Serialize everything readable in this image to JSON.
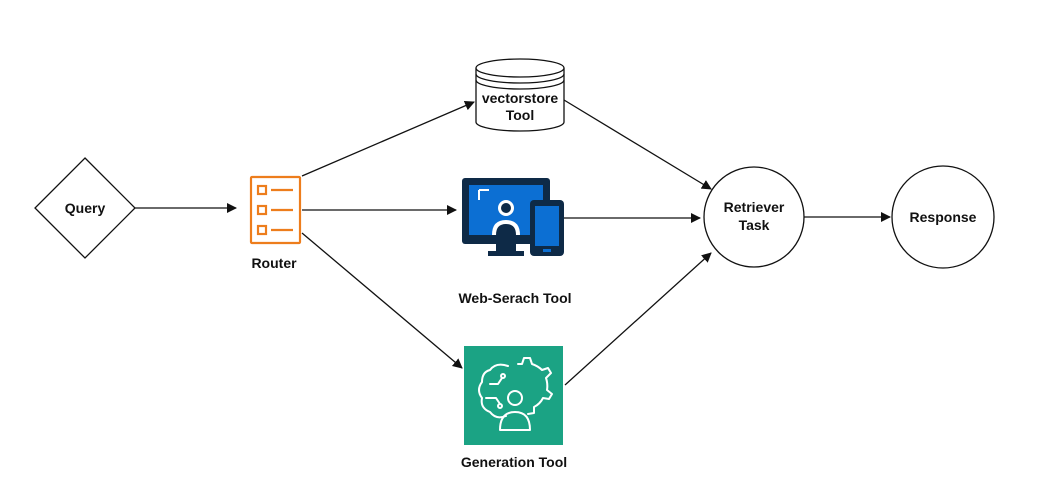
{
  "nodes": {
    "query": {
      "label": "Query"
    },
    "router": {
      "label": "Router",
      "icon": "checklist-icon"
    },
    "vectorstore": {
      "label_line1": "vectorstore",
      "label_line2": "Tool",
      "icon": "database-cylinder-icon"
    },
    "websearch": {
      "label": "Web-Serach Tool",
      "icon": "monitor-user-device-icon"
    },
    "generation": {
      "label": "Generation Tool",
      "icon": "brain-gear-user-icon"
    },
    "retriever": {
      "label_line1": "Retriever",
      "label_line2": "Task"
    },
    "response": {
      "label": "Response"
    }
  },
  "colors": {
    "router_orange": "#ED7D1C",
    "websearch_dark": "#0E2A47",
    "websearch_blue": "#0C6FD3",
    "generation_green": "#1BA384",
    "line": "#111111"
  }
}
